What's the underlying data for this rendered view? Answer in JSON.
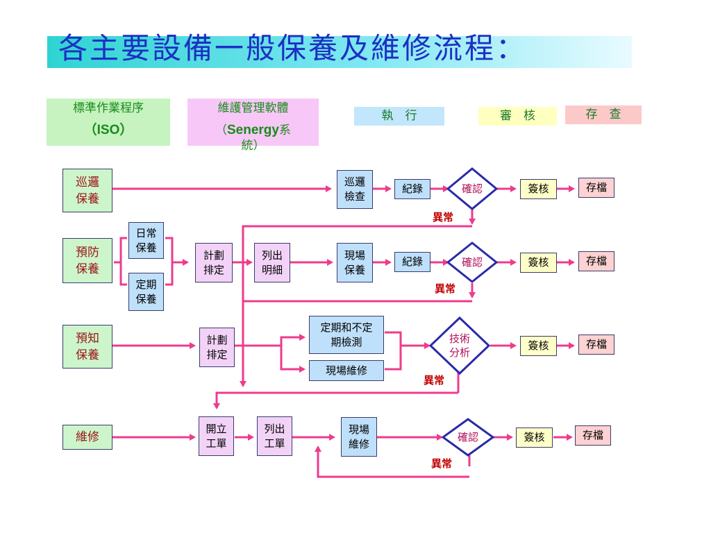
{
  "title": "各主要設備一般保養及維修流程：",
  "headers": {
    "sop_line1": "標準作業程序",
    "sop_line2": "（ISO）",
    "sys_line1": "維護管理軟體",
    "sys_line2a": "（",
    "sys_line2b": "Senergy",
    "sys_line2c": "系",
    "sys_line3": "統）",
    "execute": "執　行",
    "review": "審　核",
    "archive": "存　查"
  },
  "rows": {
    "patrol": {
      "category": "巡邏\n保養",
      "check": "巡邏\n檢查",
      "record": "紀錄",
      "confirm": "確認",
      "sign": "簽核",
      "file": "存檔",
      "abnormal": "異常"
    },
    "preventive": {
      "category": "預防\n保養",
      "daily": "日常\n保養",
      "periodic": "定期\n保養",
      "plan": "計劃\n排定",
      "list": "列出\n明細",
      "site": "現場\n保養",
      "record": "紀錄",
      "confirm": "確認",
      "sign": "簽核",
      "file": "存檔",
      "abnormal": "異常"
    },
    "predictive": {
      "category": "預知\n保養",
      "plan": "計劃\n排定",
      "detect": "定期和不定\n期檢測",
      "repair": "現場維修",
      "analysis": "技術\n分析",
      "sign": "簽核",
      "file": "存檔",
      "abnormal": "異常"
    },
    "repair": {
      "category": "維修",
      "order": "開立\n工單",
      "list": "列出\n工單",
      "site": "現場\n維修",
      "confirm": "確認",
      "sign": "簽核",
      "file": "存檔",
      "abnormal": "異常"
    }
  },
  "colors": {
    "arrow": "#ee3b8c",
    "diamond_border": "#2a2aa8",
    "title": "#1e2fc4",
    "category_text": "#9c1414",
    "abnormal_text": "#c00000"
  }
}
